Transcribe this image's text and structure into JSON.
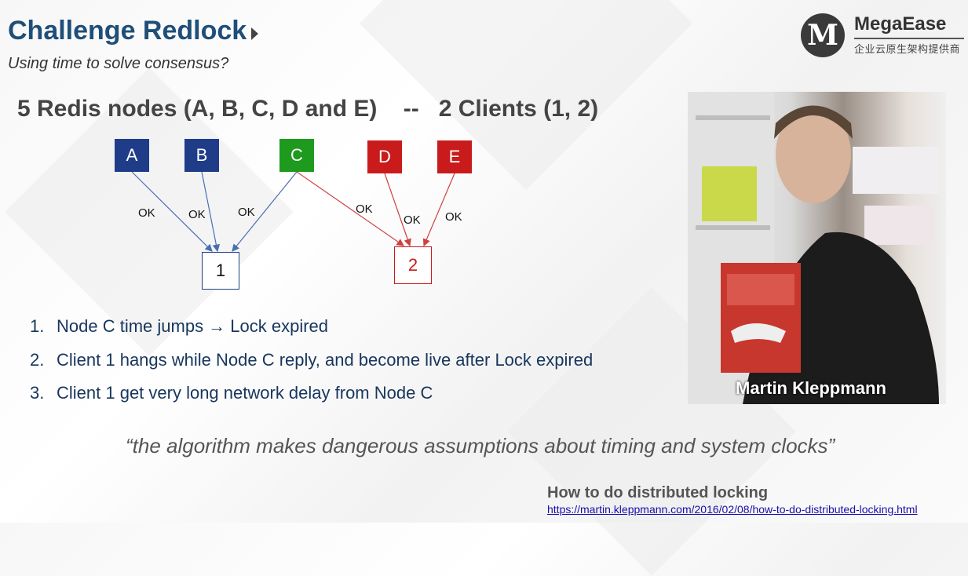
{
  "slide": {
    "title": "Challenge Redlock",
    "subtitle": "Using time to solve consensus?",
    "heading": "5 Redis nodes (A, B, C, D and E)    --   2 Clients (1, 2)"
  },
  "logo": {
    "mark": "M",
    "name": "MegaEase",
    "tagline": "企业云原生架构提供商"
  },
  "diagram": {
    "nodes": [
      {
        "label": "A",
        "color": "#1f3c88"
      },
      {
        "label": "B",
        "color": "#1f3c88"
      },
      {
        "label": "C",
        "color": "#1e9a1e"
      },
      {
        "label": "D",
        "color": "#c91b1b"
      },
      {
        "label": "E",
        "color": "#c91b1b"
      }
    ],
    "clients": [
      {
        "label": "1",
        "color": "#1f3c88"
      },
      {
        "label": "2",
        "color": "#c91b1b"
      }
    ],
    "edge_label": "OK"
  },
  "list": [
    {
      "num": "1.",
      "text": "Node C time jumps   →   Lock expired"
    },
    {
      "num": "2.",
      "text": "Client 1 hangs while Node C reply, and become live after Lock expired"
    },
    {
      "num": "3.",
      "text": "Client 1 get very long network delay from Node C"
    }
  ],
  "quote": "“the algorithm makes dangerous assumptions about timing and system clocks”",
  "photo": {
    "caption": "Martin Kleppmann"
  },
  "reference": {
    "title": "How to do distributed locking",
    "url": "https://martin.kleppmann.com/2016/02/08/how-to-do-distributed-locking.html"
  }
}
